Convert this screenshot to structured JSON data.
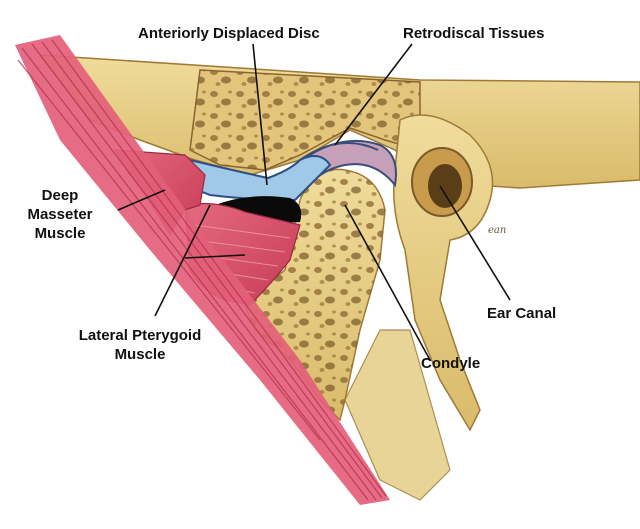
{
  "labels": {
    "anterior_disc": "Anteriorly Displaced Disc",
    "retrodiscal": "Retrodiscal Tissues",
    "deep_masseter_line1": "Deep",
    "deep_masseter_line2": "Masseter",
    "deep_masseter_line3": "Muscle",
    "lateral_pterygoid_line1": "Lateral Pterygoid",
    "lateral_pterygoid_line2": "Muscle",
    "ear_canal": "Ear Canal",
    "condyle": "Condyle"
  },
  "colors": {
    "bone": "#e7d08a",
    "bone_dark": "#b08a3e",
    "bone_pores": "#7a5a2a",
    "muscle": "#d44a62",
    "muscle_light": "#e9899a",
    "disc": "#9fc9e6",
    "joint_space": "#0a0a0a",
    "leader": "#111111"
  }
}
